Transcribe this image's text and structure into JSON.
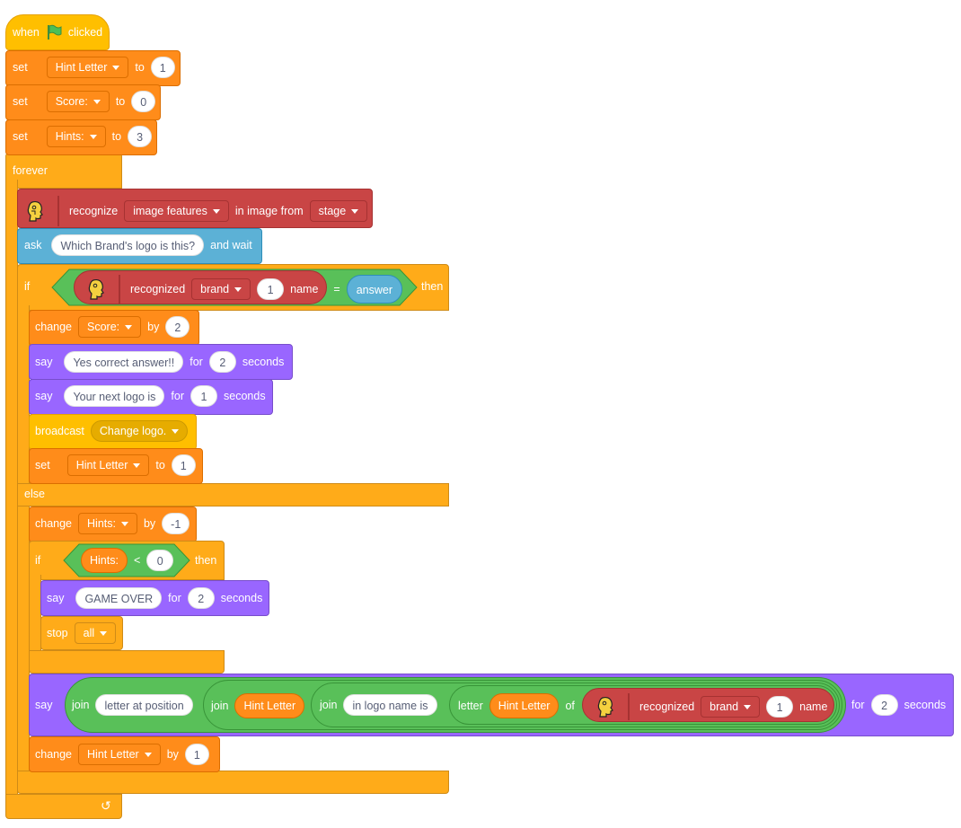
{
  "hat": {
    "when": "when",
    "clicked": "clicked"
  },
  "set_hint": {
    "label": "set",
    "var": "Hint Letter",
    "to": "to",
    "value": "1"
  },
  "set_score": {
    "label": "set",
    "var": "Score:",
    "to": "to",
    "value": "0"
  },
  "set_hints": {
    "label": "set",
    "var": "Hints:",
    "to": "to",
    "value": "3"
  },
  "forever": {
    "label": "forever"
  },
  "recognize": {
    "label": "recognize",
    "mode": "image features",
    "in": "in image from",
    "source": "stage"
  },
  "ask": {
    "label": "ask",
    "question": "Which Brand's logo is this?",
    "wait": "and wait"
  },
  "if1": {
    "if": "if",
    "recognized": "recognized",
    "kind": "brand",
    "index": "1",
    "name": "name",
    "eq": "=",
    "answer": "answer",
    "then": "then",
    "else": "else"
  },
  "change_score": {
    "label": "change",
    "var": "Score:",
    "by": "by",
    "value": "2"
  },
  "say_correct": {
    "label": "say",
    "text": "Yes correct answer!!",
    "for": "for",
    "secs": "2",
    "seconds": "seconds"
  },
  "say_next": {
    "label": "say",
    "text": "Your next logo is",
    "for": "for",
    "secs": "1",
    "seconds": "seconds"
  },
  "broadcast": {
    "label": "broadcast",
    "message": "Change logo."
  },
  "set_hint2": {
    "label": "set",
    "var": "Hint Letter",
    "to": "to",
    "value": "1"
  },
  "change_hints": {
    "label": "change",
    "var": "Hints:",
    "by": "by",
    "value": "-1"
  },
  "if2": {
    "if": "if",
    "var": "Hints:",
    "lt": "<",
    "value": "0",
    "then": "then"
  },
  "say_over": {
    "label": "say",
    "text": "GAME OVER",
    "for": "for",
    "secs": "2",
    "seconds": "seconds"
  },
  "stop": {
    "label": "stop",
    "option": "all"
  },
  "say_hint": {
    "label": "say",
    "join1": "join",
    "letter_pos": "letter at position",
    "join2": "join",
    "hint_var": "Hint Letter",
    "join3": "join",
    "in_logo": "in logo name is",
    "letter": "letter",
    "hint_var2": "Hint Letter",
    "of": "of",
    "recognized": "recognized",
    "kind": "brand",
    "index": "1",
    "name": "name",
    "for": "for",
    "secs": "2",
    "seconds": "seconds"
  },
  "change_hint": {
    "label": "change",
    "var": "Hint Letter",
    "by": "by",
    "value": "1"
  },
  "forever_arrow": "↺",
  "colors": {
    "events": "#FFBF00",
    "control": "#FFAB19",
    "variables": "#FF8C1A",
    "looks": "#9966FF",
    "sensing": "#5CB1D6",
    "ml": "#C94545",
    "operators": "#59C059",
    "flag": "#4CBF56"
  },
  "icons": [
    "green-flag-icon",
    "face-head-icon",
    "dropdown-caret-icon",
    "loop-arrow-icon"
  ]
}
